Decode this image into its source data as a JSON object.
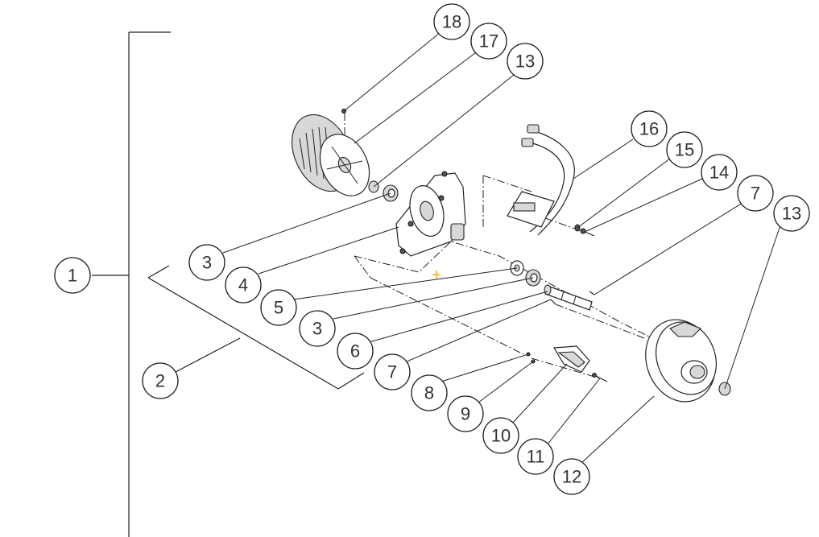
{
  "diagram": {
    "callouts": [
      {
        "id": "c18",
        "label": "18"
      },
      {
        "id": "c17",
        "label": "17"
      },
      {
        "id": "c13a",
        "label": "13"
      },
      {
        "id": "c16",
        "label": "16"
      },
      {
        "id": "c15",
        "label": "15"
      },
      {
        "id": "c14",
        "label": "14"
      },
      {
        "id": "c7a",
        "label": "7"
      },
      {
        "id": "c13b",
        "label": "13"
      },
      {
        "id": "c1",
        "label": "1"
      },
      {
        "id": "c3a",
        "label": "3"
      },
      {
        "id": "c4",
        "label": "4"
      },
      {
        "id": "c5",
        "label": "5"
      },
      {
        "id": "c3b",
        "label": "3"
      },
      {
        "id": "c6",
        "label": "6"
      },
      {
        "id": "c7b",
        "label": "7"
      },
      {
        "id": "c8",
        "label": "8"
      },
      {
        "id": "c9",
        "label": "9"
      },
      {
        "id": "c10",
        "label": "10"
      },
      {
        "id": "c11",
        "label": "11"
      },
      {
        "id": "c12",
        "label": "12"
      },
      {
        "id": "c2",
        "label": "2"
      }
    ],
    "colors": {
      "line": "#222222",
      "background": "#ffffff",
      "marker": "#f0a000"
    }
  }
}
